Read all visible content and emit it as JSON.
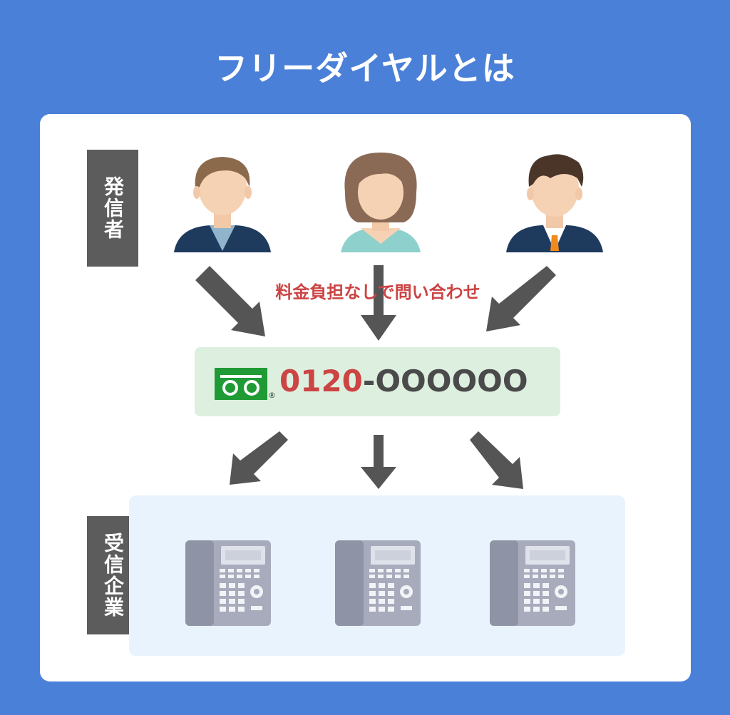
{
  "title": "フリーダイヤルとは",
  "labels": {
    "caller": "発信者",
    "receiver": "受信企業"
  },
  "fee_note": "料金負担なしで問い合わせ",
  "number": {
    "prefix": "0120",
    "rest": "-OOOOOO",
    "registered_mark": "®"
  },
  "icons": {
    "callers": [
      "male-caller-icon",
      "female-caller-icon",
      "businessman-caller-icon"
    ],
    "receivers": [
      "office-phone-icon",
      "office-phone-icon",
      "office-phone-icon"
    ],
    "logo": "freedial-logo-icon"
  },
  "colors": {
    "background": "#4a80d8",
    "accent_red": "#cc4444",
    "logo_green": "#1f9a34",
    "label_gray": "#5c5c5c",
    "arrow_gray": "#555555"
  }
}
